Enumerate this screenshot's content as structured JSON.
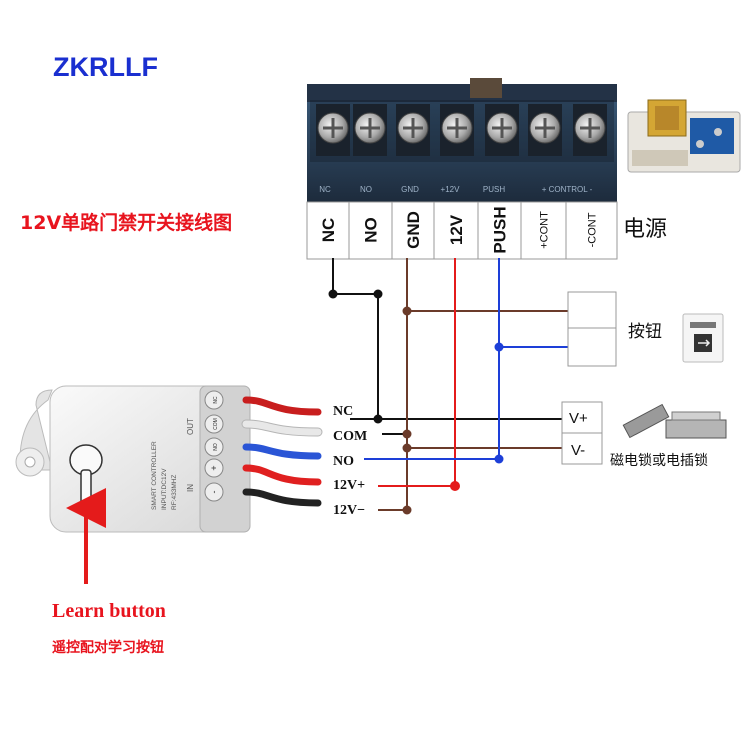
{
  "brand": "ZKRLLF",
  "diagram_title": "12V单路门禁开关接线图",
  "power_box": {
    "label": "电源",
    "top_labels": [
      "NC",
      "NO",
      "GND",
      "+12V",
      "PUSH",
      "+ CONTROL -"
    ],
    "terminals": [
      "NC",
      "NO",
      "GND",
      "12V",
      "PUSH",
      "+CONT",
      "-CONT"
    ]
  },
  "controller": {
    "text_lines": [
      "SMART CONTROLLER",
      "INPUT:DC12V",
      "RF:433MHZ"
    ],
    "out_label": "OUT",
    "in_label": "IN",
    "pins_out": [
      "NC",
      "COM",
      "NO"
    ],
    "pins_in": [
      "+",
      "-"
    ]
  },
  "wires": [
    {
      "label": "NC",
      "color": "#cc2222"
    },
    {
      "label": "COM",
      "color": "#bbbbbb"
    },
    {
      "label": "NO",
      "color": "#2a55d6"
    },
    {
      "label": "12V+",
      "color": "#e02020"
    },
    {
      "label": "12V−",
      "color": "#222222"
    }
  ],
  "button": {
    "label": "按钮"
  },
  "lock": {
    "terminals": [
      "V+",
      "V-"
    ],
    "label": "磁电锁或电插锁"
  },
  "learn": {
    "title": "Learn button",
    "subtitle": "遥控配对学习按钮"
  },
  "colors": {
    "brand": "#1a2fd0",
    "title": "#e8141e",
    "wire_black": "#111111",
    "wire_brown": "#6b3b2a",
    "wire_red": "#e41b1b",
    "wire_blue": "#1d3fd8",
    "terminal_block": "#2c3e55"
  }
}
